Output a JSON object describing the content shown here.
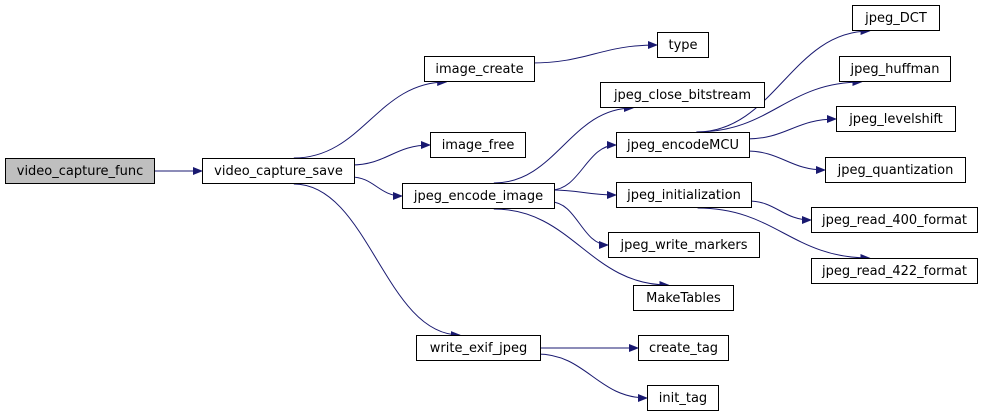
{
  "colors": {
    "edge": "#191970",
    "root_fill": "#bfbfbf",
    "node_fill": "#ffffff",
    "node_border": "#000000"
  },
  "nodes": {
    "video_capture_func": "video_capture_func",
    "video_capture_save": "video_capture_save",
    "image_create": "image_create",
    "type": "type",
    "image_free": "image_free",
    "jpeg_encode_image": "jpeg_encode_image",
    "write_exif_jpeg": "write_exif_jpeg",
    "jpeg_close_bitstream": "jpeg_close_bitstream",
    "jpeg_encodeMCU": "jpeg_encodeMCU",
    "jpeg_initialization": "jpeg_initialization",
    "jpeg_write_markers": "jpeg_write_markers",
    "MakeTables": "MakeTables",
    "create_tag": "create_tag",
    "init_tag": "init_tag",
    "jpeg_DCT": "jpeg_DCT",
    "jpeg_huffman": "jpeg_huffman",
    "jpeg_levelshift": "jpeg_levelshift",
    "jpeg_quantization": "jpeg_quantization",
    "jpeg_read_400_format": "jpeg_read_400_format",
    "jpeg_read_422_format": "jpeg_read_422_format"
  },
  "edges": [
    [
      "video_capture_func",
      "video_capture_save"
    ],
    [
      "video_capture_save",
      "image_create"
    ],
    [
      "video_capture_save",
      "image_free"
    ],
    [
      "video_capture_save",
      "jpeg_encode_image"
    ],
    [
      "video_capture_save",
      "write_exif_jpeg"
    ],
    [
      "image_create",
      "type"
    ],
    [
      "jpeg_encode_image",
      "jpeg_close_bitstream"
    ],
    [
      "jpeg_encode_image",
      "jpeg_encodeMCU"
    ],
    [
      "jpeg_encode_image",
      "jpeg_initialization"
    ],
    [
      "jpeg_encode_image",
      "jpeg_write_markers"
    ],
    [
      "jpeg_encode_image",
      "MakeTables"
    ],
    [
      "jpeg_encodeMCU",
      "jpeg_DCT"
    ],
    [
      "jpeg_encodeMCU",
      "jpeg_huffman"
    ],
    [
      "jpeg_encodeMCU",
      "jpeg_levelshift"
    ],
    [
      "jpeg_encodeMCU",
      "jpeg_quantization"
    ],
    [
      "jpeg_initialization",
      "jpeg_read_400_format"
    ],
    [
      "jpeg_initialization",
      "jpeg_read_422_format"
    ],
    [
      "write_exif_jpeg",
      "create_tag"
    ],
    [
      "write_exif_jpeg",
      "init_tag"
    ]
  ]
}
